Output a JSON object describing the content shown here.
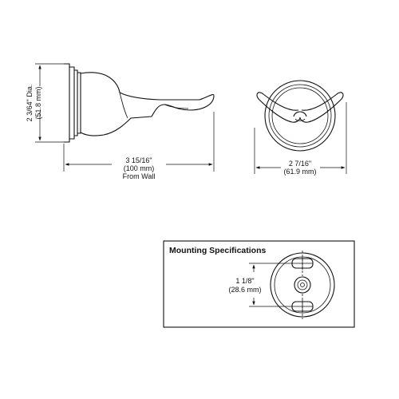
{
  "side_view": {
    "height_dim": {
      "line1": "2 3/64\" Dia.",
      "line2": "(51.8 mm)"
    },
    "depth_dim": {
      "line1": "3 15/16\"",
      "line2": "(100 mm)",
      "line3": "From Wall"
    }
  },
  "front_view": {
    "width_dim": {
      "line1": "2 7/16\"",
      "line2": "(61.9 mm)"
    }
  },
  "mounting": {
    "title": "Mounting Specifications",
    "spacing_dim": {
      "line1": "1 1/8\"",
      "line2": "(28.6 mm)"
    }
  },
  "colors": {
    "ink": "#111111",
    "background": "#ffffff"
  }
}
